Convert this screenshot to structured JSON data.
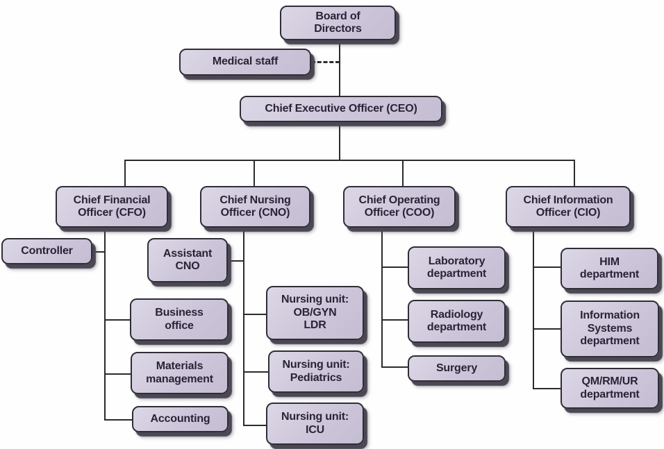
{
  "palette": {
    "background": "#fefefe",
    "box_fill": "#cdc6da",
    "box_fill_light": "#dcd7e6",
    "box_fill_dark": "#c5bdd2",
    "box_border": "#2f2d36",
    "box_shadow": "#4b4854",
    "line": "#2b2b2b",
    "text": "#2a2336"
  },
  "nodes": {
    "board": {
      "label": "Board of\nDirectors"
    },
    "medical_staff": {
      "label": "Medical staff"
    },
    "ceo": {
      "label": "Chief Executive Officer (CEO)"
    },
    "cfo": {
      "label": "Chief Financial\nOfficer (CFO)"
    },
    "cno": {
      "label": "Chief Nursing\nOfficer (CNO)"
    },
    "coo": {
      "label": "Chief Operating\nOfficer (COO)"
    },
    "cio": {
      "label": "Chief Information\nOfficer (CIO)"
    },
    "controller": {
      "label": "Controller"
    },
    "assistant_cno": {
      "label": "Assistant\nCNO"
    },
    "business_office": {
      "label": "Business\noffice"
    },
    "materials_management": {
      "label": "Materials\nmanagement"
    },
    "accounting": {
      "label": "Accounting"
    },
    "nursing_obgyn": {
      "label": "Nursing unit:\nOB/GYN\nLDR"
    },
    "nursing_pediatrics": {
      "label": "Nursing unit:\nPediatrics"
    },
    "nursing_icu": {
      "label": "Nursing unit:\nICU"
    },
    "laboratory": {
      "label": "Laboratory\ndepartment"
    },
    "radiology": {
      "label": "Radiology\ndepartment"
    },
    "surgery": {
      "label": "Surgery"
    },
    "him": {
      "label": "HIM\ndepartment"
    },
    "information_systems": {
      "label": "Information\nSystems\ndepartment"
    },
    "qm_rm_ur": {
      "label": "QM/RM/UR\ndepartment"
    }
  },
  "edges": [
    {
      "from": "board",
      "to": "ceo",
      "style": "solid"
    },
    {
      "from": "medical_staff",
      "to": "ceo",
      "style": "dashed"
    },
    {
      "from": "ceo",
      "to": "cfo",
      "style": "solid"
    },
    {
      "from": "ceo",
      "to": "cno",
      "style": "solid"
    },
    {
      "from": "ceo",
      "to": "coo",
      "style": "solid"
    },
    {
      "from": "ceo",
      "to": "cio",
      "style": "solid"
    },
    {
      "from": "cfo",
      "to": "controller",
      "style": "solid"
    },
    {
      "from": "cfo",
      "to": "business_office",
      "style": "solid"
    },
    {
      "from": "cfo",
      "to": "materials_management",
      "style": "solid"
    },
    {
      "from": "cfo",
      "to": "accounting",
      "style": "solid"
    },
    {
      "from": "cno",
      "to": "assistant_cno",
      "style": "solid"
    },
    {
      "from": "cno",
      "to": "nursing_obgyn",
      "style": "solid"
    },
    {
      "from": "cno",
      "to": "nursing_pediatrics",
      "style": "solid"
    },
    {
      "from": "cno",
      "to": "nursing_icu",
      "style": "solid"
    },
    {
      "from": "coo",
      "to": "laboratory",
      "style": "solid"
    },
    {
      "from": "coo",
      "to": "radiology",
      "style": "solid"
    },
    {
      "from": "coo",
      "to": "surgery",
      "style": "solid"
    },
    {
      "from": "cio",
      "to": "him",
      "style": "solid"
    },
    {
      "from": "cio",
      "to": "information_systems",
      "style": "solid"
    },
    {
      "from": "cio",
      "to": "qm_rm_ur",
      "style": "solid"
    }
  ]
}
